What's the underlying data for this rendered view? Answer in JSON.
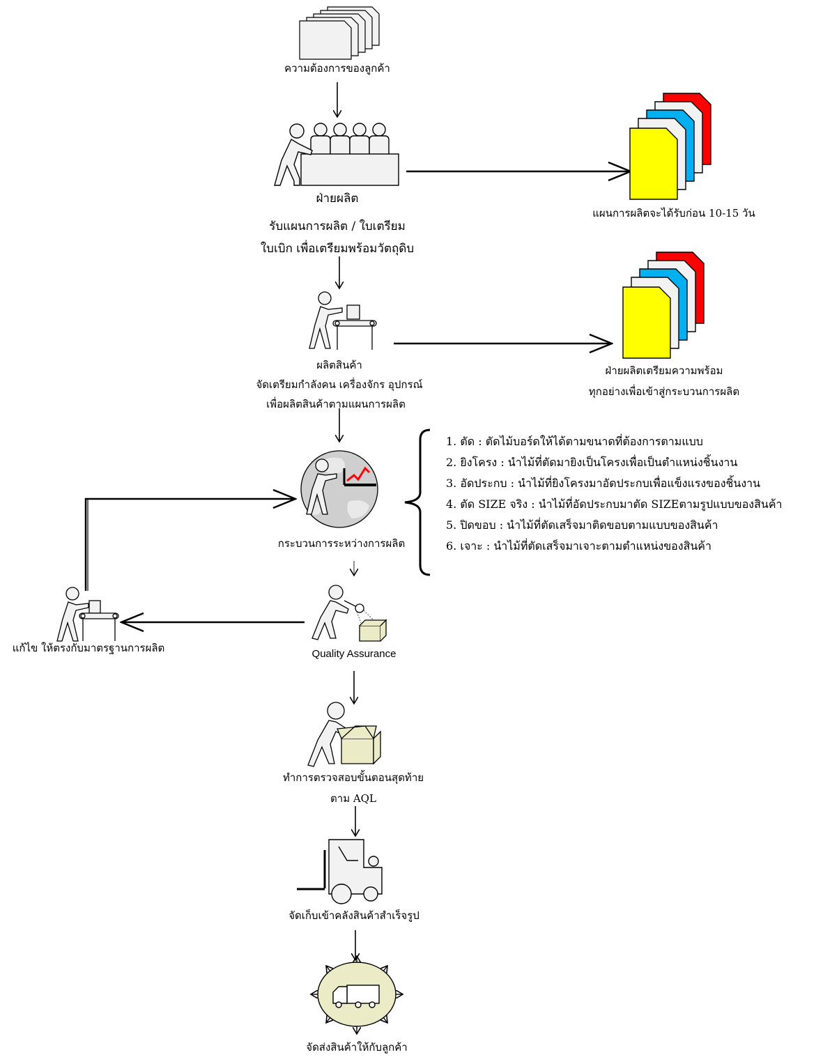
{
  "nodes": {
    "customer_requirements": "ความต้องการของลูกค้า",
    "production_department": {
      "title": "ฝ่ายผลิต",
      "line1": "รับแผนการผลิต / ใบเตรียม",
      "line2": "ใบเบิก เพื่อเตรียมพร้อมวัตถุดิบ"
    },
    "production_plan_note": "แผนการผลิตจะได้รับก่อน 10-15 วัน",
    "manufacture": {
      "title": "ผลิตสินค้า",
      "line1": "จัดเตรียมกำลังคน เครื่องจักร อุปกรณ์",
      "line2": "เพื่อผลิตสินค้าตามแผนการผลิต"
    },
    "readiness_note": {
      "line1": "ฝ่ายผลิตเตรียมความพร้อม",
      "line2": "ทุกอย่างเพื่อเข้าสู่กระบวนการผลิต"
    },
    "in_process": "กระบวนการระหว่างการผลิต",
    "quality_assurance": "Quality Assurance",
    "rework": "แก้ไข ให้ตรงกับมาตรฐานการผลิต",
    "final_inspection": {
      "line1": "ทำการตรวจสอบขั้นตอนสุดท้าย",
      "line2": "ตาม AQL"
    },
    "warehouse": "จัดเก็บเข้าคลังสินค้าสำเร็จรูป",
    "delivery": "จัดส่งสินค้าให้กับลูกค้า"
  },
  "process_steps": [
    "1. ตัด  :  ตัดไม้บอร์ดให้ได้ตามขนาดที่ต้องการตามแบบ",
    "2. ยิงโครง : นำไม้ที่ตัดมายิงเป็นโครงเพื่อเป็นตำแหน่งชิ้นงาน",
    "3. อัดประกบ  :  นำไม้ที่ยิงโครงมาอัดประกบเพื่อแข็งแรงของชิ้นงาน",
    "4. ตัด SIZE จริง : นำไม้ที่อัดประกบมาตัด SIZEตามรูปแบบของสินค้า",
    "5. ปิดขอบ : นำไม้ที่ตัดเสร็จมาติดขอบตามแบบของสินค้า",
    "6. เจาะ : นำไม้ที่ตัดเสร็จมาเจาะตามตำแหน่งของสินค้า"
  ],
  "colors": {
    "document_yellow": "#ffff00",
    "document_cyan": "#00b0f0",
    "document_red": "#ff0000",
    "figure_fill": "#f2f2f2",
    "box_fill": "#ecebc8",
    "globe_fill": "#cfcfcf"
  }
}
